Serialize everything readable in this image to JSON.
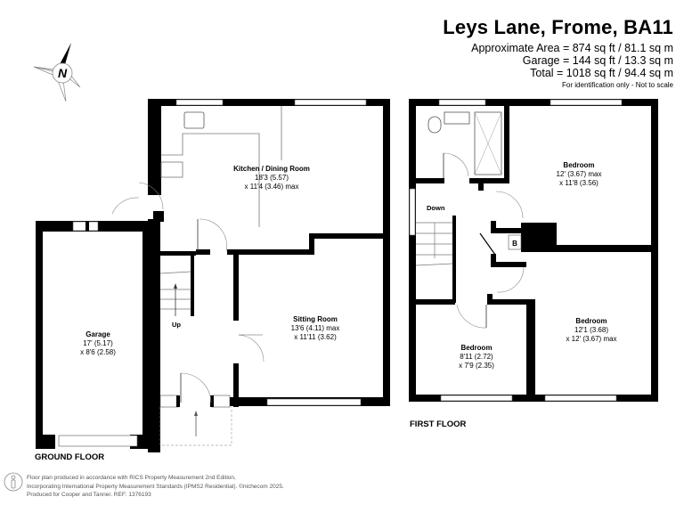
{
  "header": {
    "title": "Leys Lane, Frome, BA11",
    "area_lines": [
      "Approximate Area = 874 sq ft / 81.1 sq m",
      "Garage = 144 sq ft / 13.3 sq m",
      "Total = 1018 sq ft / 94.4 sq m"
    ],
    "disclaimer": "For identification only - Not to scale"
  },
  "compass": {
    "icon": "north-compass-icon",
    "letter": "N"
  },
  "ground_floor": {
    "label": "GROUND FLOOR",
    "rooms": [
      {
        "name": "Kitchen / Dining Room",
        "dim1": "18'3 (5.57)",
        "dim2": "x 11'4 (3.46) max"
      },
      {
        "name": "Sitting Room",
        "dim1": "13'6 (4.11) max",
        "dim2": "x 11'11 (3.62)"
      },
      {
        "name": "Garage",
        "dim1": "17' (5.17)",
        "dim2": "x 8'6 (2.58)"
      }
    ],
    "stairs_label": "Up"
  },
  "first_floor": {
    "label": "FIRST FLOOR",
    "rooms": [
      {
        "name": "Bedroom",
        "dim1": "12' (3.67) max",
        "dim2": "x 11'8 (3.56)"
      },
      {
        "name": "Bedroom",
        "dim1": "12'1 (3.68)",
        "dim2": "x 12' (3.67) max"
      },
      {
        "name": "Bedroom",
        "dim1": "8'11 (2.72)",
        "dim2": "x 7'9 (2.35)"
      }
    ],
    "stairs_label": "Down",
    "boiler_label": "B"
  },
  "footer": {
    "lines": [
      "Floor plan produced in accordance with RICS Property Measurement 2nd Edition,",
      "Incorporating International Property Measurement Standards (IPMS2 Residential).   ©nichecom 2025.",
      "Produced for Cooper and Tanner.   REF: 1376193"
    ],
    "icon": "person-icon"
  },
  "colors": {
    "wall": "#000000",
    "window": "#ffffff",
    "line": "#777777"
  }
}
